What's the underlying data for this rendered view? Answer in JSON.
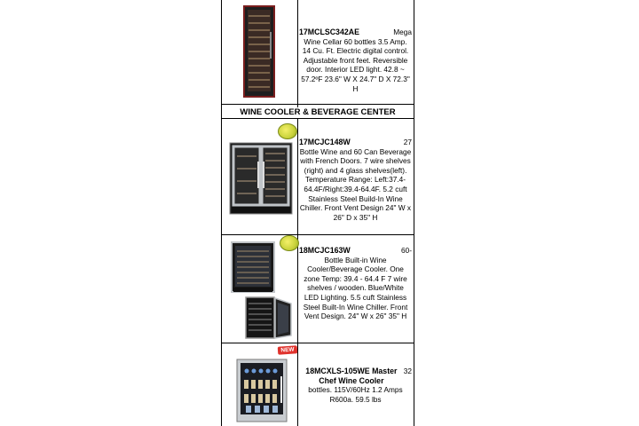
{
  "section_title": "WINE COOLER & BEVERAGE CENTER",
  "products": [
    {
      "model": "17MCLSC342AE",
      "lead": "Mega",
      "description": "Wine Cellar 60 bottles 3.5 Amp. 14 Cu. Ft. Electric digital control. Adjustable front feet. Reversible door. Interior LED light. 42.8 ~ 57.2ºF 23.6\" W X 24.7\" D X 72.3\" H"
    },
    {
      "model": "17MCJC148W",
      "lead": "27",
      "description": "Bottle Wine and 60 Can Beverage with French Doors. 7 wire shelves (right) and 4 glass shelves(left). Temperature Range: Left:37.4-64.4F/Right:39.4-64.4F. 5.2 cuft Stainless Steel Build-In Wine Chiller. Front Vent Design 24\" W x 26\" D x 35\" H"
    },
    {
      "model": "18MCJC163W",
      "lead": "60-",
      "description": "Bottle Built-in Wine Cooler/Beverage Cooler. One zone Temp: 39.4 - 64.4 F 7 wire shelves / wooden. Blue/White LED Lighting. 5.5 cuft Stainless Steel Built-In Wine Chiller. Front Vent Design. 24\" W x 26\" 35\" H"
    },
    {
      "model": "18MCXLS-105WE Master Chef Wine Cooler",
      "lead": "32",
      "description": "bottles. 115V/60Hz 1.2 Amps R600a. 59.5 lbs"
    }
  ],
  "badge_new": "NEW",
  "colors": {
    "line": "#000000",
    "cabinet": "#2a2a2a",
    "trim": "#7a1e1e",
    "steel": "#b8bcc0"
  }
}
